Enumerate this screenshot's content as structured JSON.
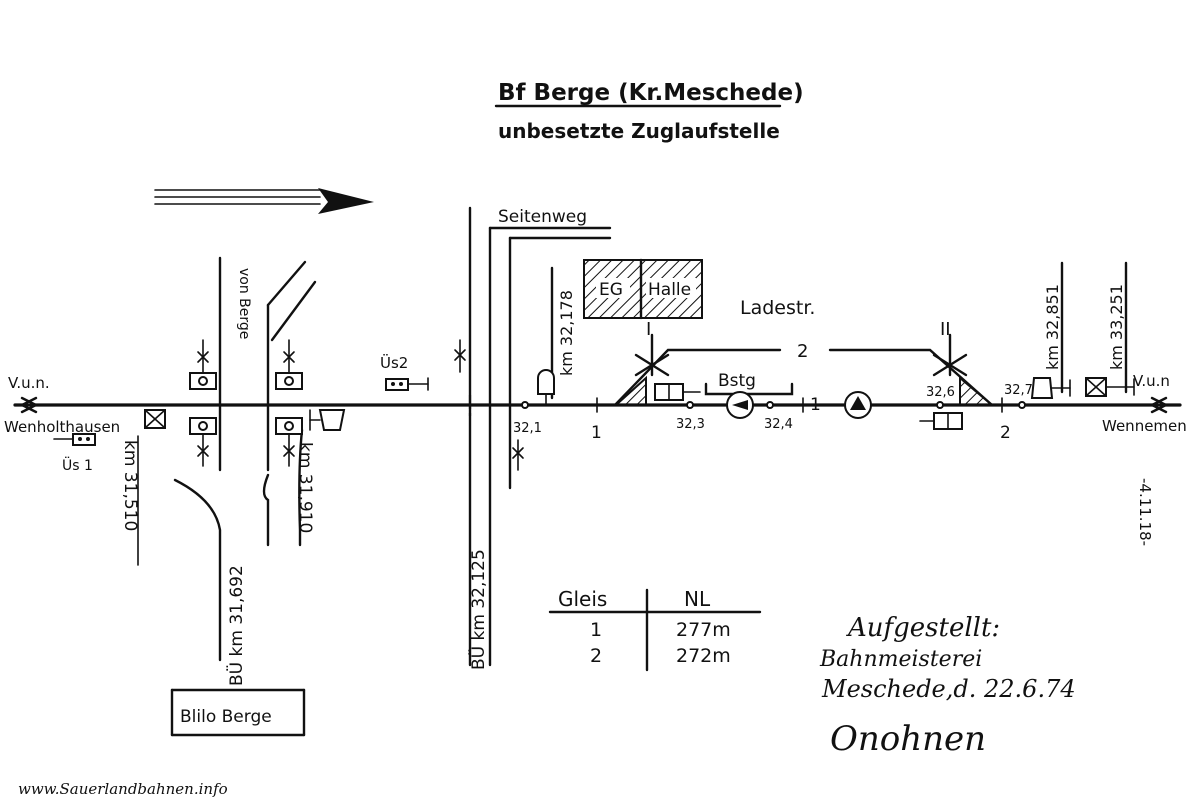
{
  "title": "Bf Berge (Kr.Meschede)",
  "subtitle": "unbesetzte Zuglaufstelle",
  "labels": {
    "seitenweg": "Seitenweg",
    "eg": "EG",
    "halle": "Halle",
    "ladestr": "Ladestr.",
    "bstg": "Bstg",
    "von_berge": "von Berge",
    "vun_left": "V.u.n.",
    "vun_right": "V.u.n",
    "wennholthausen": "Wenholthausen",
    "wennemen": "Wennemen",
    "us1": "Üs 1",
    "us2": "Üs2",
    "switch_1": "I",
    "switch_2": "II",
    "track_2": "2",
    "track_1": "1",
    "track_1_left": "1",
    "track_1_mid": "1",
    "track_2_right": "2",
    "blilo": "Blilo Berge",
    "date_side": "-4.11.18-",
    "website": "www.Sauerlandbahnen.info",
    "signature": "Onohnen"
  },
  "km": {
    "km_32_178": "km 32,178",
    "km_31_510": "km 31,510",
    "km_31_910": "km 31,910",
    "bu_31_692": "BÜ km 31,692",
    "bu_32_125": "BÜ km 32,125",
    "km_32_851": "km 32,851",
    "km_33_251": "km 33,251",
    "p32_1": "32,1",
    "p32_3": "32,3",
    "p32_4": "32,4",
    "p32_6": "32,6",
    "p32_7": "32,7"
  },
  "table": {
    "headers": [
      "Gleis",
      "NL"
    ],
    "rows": [
      [
        "1",
        "277m"
      ],
      [
        "2",
        "272m"
      ]
    ]
  },
  "stamp": {
    "line1": "Aufgestellt:",
    "line2": "Bahnmeisterei",
    "line3": "Meschede,d. 22.6.74"
  }
}
